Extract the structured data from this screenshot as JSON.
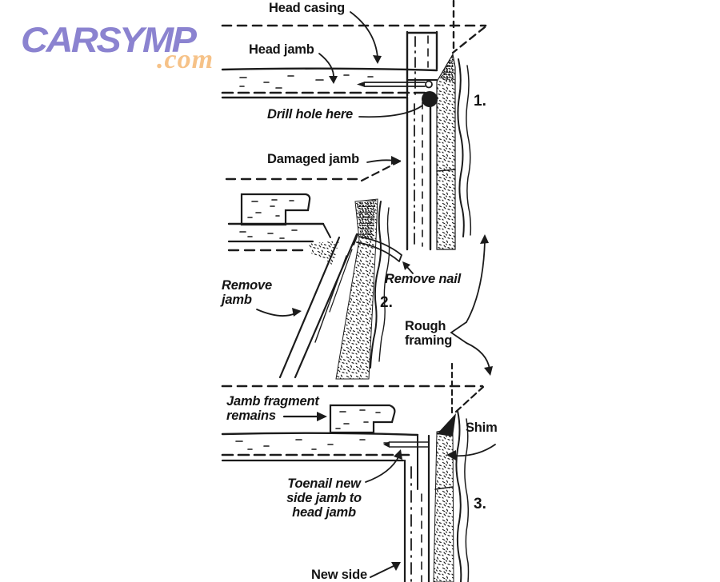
{
  "watermark": {
    "brand": "CARSYMP",
    "tld": ".com",
    "brand_color": "#8b83d0",
    "tld_color": "#f6c288"
  },
  "diagram": {
    "ink_color": "#1b1b1b",
    "labels": {
      "head_casing": "Head casing",
      "head_jamb": "Head jamb",
      "drill_hole_here": "Drill hole here",
      "damaged_jamb": "Damaged jamb",
      "remove_jamb": "Remove\njamb",
      "remove_nail": "Remove nail",
      "rough_framing": "Rough\nframing",
      "jamb_fragment_remains": "Jamb fragment\nremains",
      "shim": "Shim",
      "toenail_new_side_jamb": "Toenail new\nside jamb to\nhead jamb",
      "new_side": "New side",
      "step_1": "1.",
      "step_2": "2.",
      "step_3": "3."
    }
  }
}
